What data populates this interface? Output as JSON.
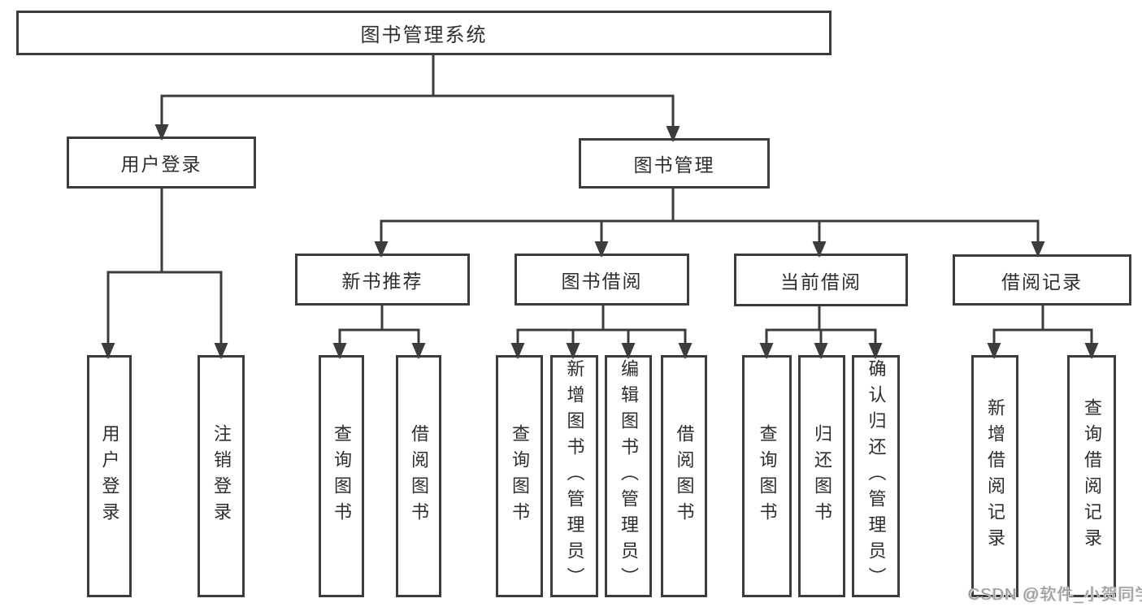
{
  "colors": {
    "line": "#3c3c3c",
    "box_border": "#3c3c3c",
    "box_text": "#2e2e2e",
    "watermark_text": "#9c9c9c",
    "background": "#ffffff"
  },
  "diagram": {
    "root": {
      "label": "图书管理系统"
    },
    "branches": [
      {
        "label": "用户登录",
        "children": [
          {
            "label": "用户登录"
          },
          {
            "label": "注销登录"
          }
        ]
      },
      {
        "label": "图书管理",
        "children": [
          {
            "label": "新书推荐",
            "children": [
              {
                "label": "查询图书"
              },
              {
                "label": "借阅图书"
              }
            ]
          },
          {
            "label": "图书借阅",
            "children": [
              {
                "label": "查询图书"
              },
              {
                "label": "新增图书（管理员）"
              },
              {
                "label": "编辑图书（管理员）"
              },
              {
                "label": "借阅图书"
              }
            ]
          },
          {
            "label": "当前借阅",
            "children": [
              {
                "label": "查询图书"
              },
              {
                "label": "归还图书"
              },
              {
                "label": "确认归还（管理员）"
              }
            ]
          },
          {
            "label": "借阅记录",
            "children": [
              {
                "label": "新增借阅记录"
              },
              {
                "label": "查询借阅记录"
              }
            ]
          }
        ]
      }
    ]
  },
  "watermark": {
    "label": "CSDN @软件_小贺同学"
  }
}
